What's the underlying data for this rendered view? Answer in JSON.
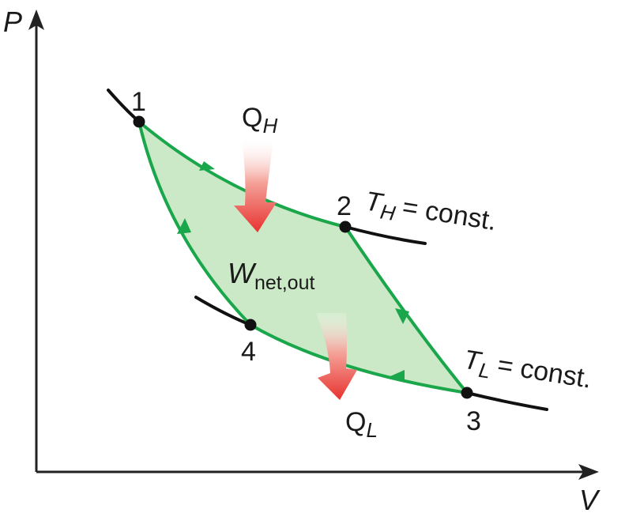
{
  "axes": {
    "y_label": "P",
    "x_label": "V"
  },
  "points": {
    "p1": "1",
    "p2": "2",
    "p3": "3",
    "p4": "4"
  },
  "labels": {
    "qh_main": "Q",
    "qh_sub": "H",
    "ql_main": "Q",
    "ql_sub": "L",
    "w_main": "W",
    "w_sub": "net,out",
    "th_main": "T",
    "th_sub": "H",
    "th_rest": "= const.",
    "tl_main": "T",
    "tl_sub": "L",
    "tl_rest": "= const."
  },
  "colors": {
    "cycle_line": "#1aa64a",
    "cycle_fill": "#cbe9c6",
    "isotherm_line": "#111111",
    "axis": "#222222",
    "heat_arrow": "#e8322f"
  }
}
